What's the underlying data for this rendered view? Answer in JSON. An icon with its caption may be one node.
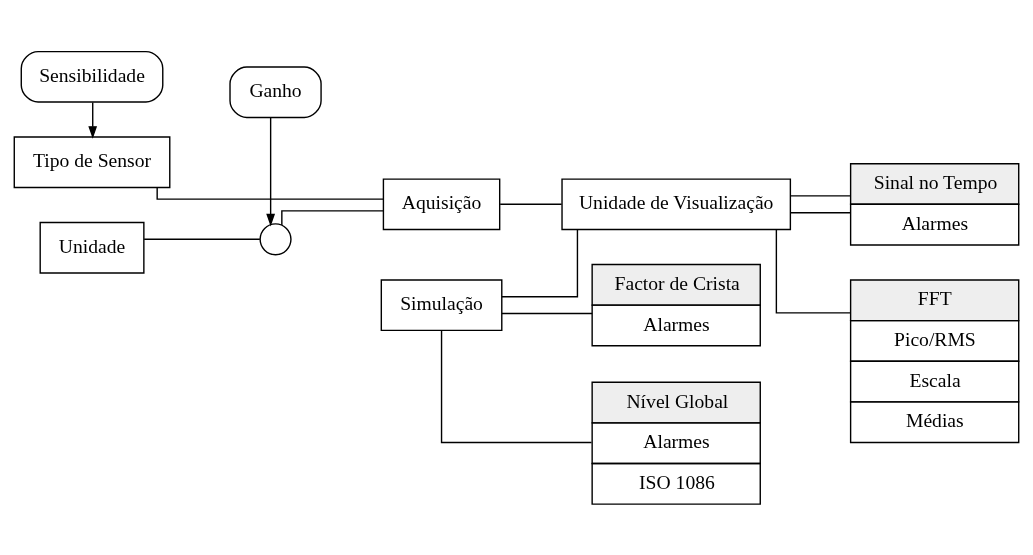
{
  "diagram": {
    "nodes": [
      {
        "text": [
          "Ganho"
        ]
      },
      {
        "text": [],
        "shape": "circle"
      },
      {
        "text": [
          "Unidade"
        ]
      },
      {
        "text": [
          "Tipo de Sensor"
        ]
      },
      {
        "text": [
          "Sensibilidade"
        ]
      },
      {
        "text": [
          "Aquisição"
        ]
      },
      {
        "text": [
          "Simulação"
        ]
      },
      {
        "text": [
          "Unidade de Visualização"
        ]
      },
      {
        "text": [
          "Sinal no Tempo",
          "Alarmes"
        ]
      },
      {
        "text": [
          "Nível Global",
          "Alarmes",
          "ISO 1086"
        ]
      },
      {
        "text": [
          "FFT",
          "Pico/RMS",
          "Escala",
          "Médias"
        ]
      },
      {
        "text": [
          "Factor de Crista",
          "Alarmes"
        ]
      }
    ],
    "edges": [
      {
        "from": 0,
        "to": 1,
        "arrow": "to"
      },
      {
        "from": 2,
        "to": 1,
        "arrow": "none"
      },
      {
        "from": 1,
        "to": 5,
        "arrow": "none"
      },
      {
        "from": 3,
        "to": 5,
        "arrow": "none"
      },
      {
        "from": 4,
        "to": 3,
        "arrow": "to"
      },
      {
        "from": 5,
        "to": 7,
        "arrow": "none"
      },
      {
        "from": 6,
        "to": 7,
        "arrow": "none"
      },
      {
        "from": 7,
        "to": 8,
        "arrow": "none"
      },
      {
        "from": 7,
        "to": 8,
        "arrow": "none"
      },
      {
        "from": 6,
        "to": 9,
        "arrow": "none"
      },
      {
        "from": 6,
        "to": 11,
        "arrow": "none"
      },
      {
        "from": 7,
        "to": 10,
        "arrow": "none"
      }
    ]
  }
}
